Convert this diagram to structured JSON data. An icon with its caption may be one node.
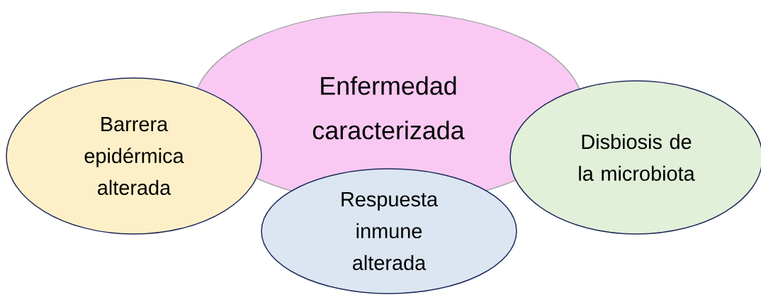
{
  "diagram": {
    "nodes": [
      {
        "text": [
          "Enfermedad caracterizada"
        ]
      },
      {
        "text": [
          "Barrera epidérmica alterada"
        ]
      },
      {
        "text": [
          "Disbiosis de la microbiota"
        ]
      },
      {
        "text": [
          "Respuesta inmune alterada"
        ]
      }
    ]
  }
}
